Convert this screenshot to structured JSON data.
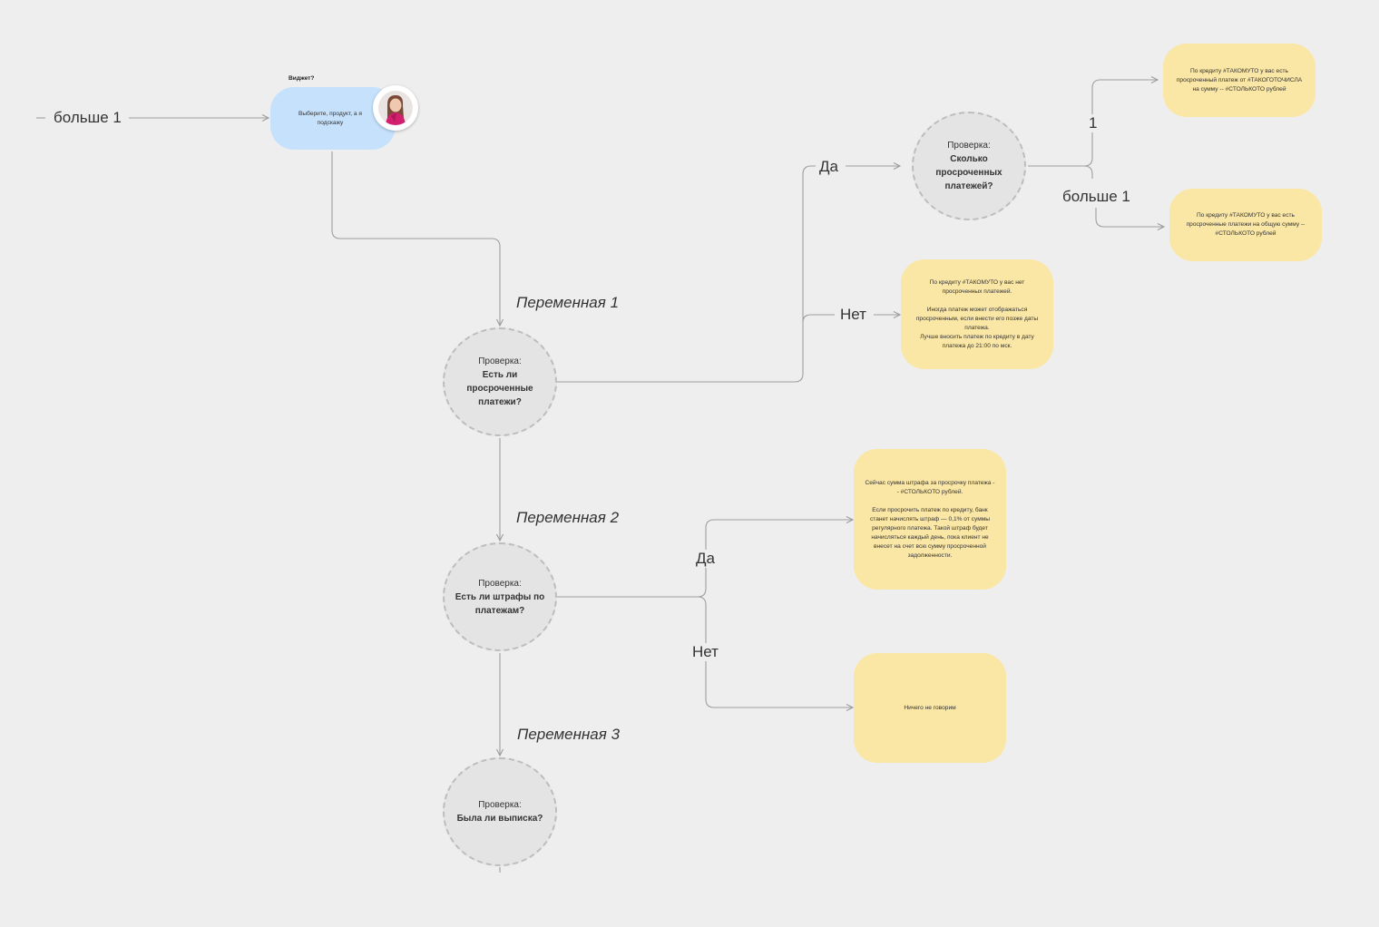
{
  "entry": {
    "label": "больше 1"
  },
  "widget": {
    "caption": "Виджет?",
    "text": "Выберите, продукт, а я подскажу",
    "avatar_icon": "woman-avatar-icon"
  },
  "variables": {
    "v1": "Переменная 1",
    "v2": "Переменная 2",
    "v3": "Переменная 3"
  },
  "checks": {
    "c1": {
      "prefix": "Проверка:",
      "question": "Есть ли просроченные платежи?"
    },
    "c2": {
      "prefix": "Проверка:",
      "question": "Сколько просроченных платежей?"
    },
    "c3": {
      "prefix": "Проверка:",
      "question": "Есть ли штрафы по платежам?"
    },
    "c4": {
      "prefix": "Проверка:",
      "question": "Была ли выписка?"
    }
  },
  "branches": {
    "c1_yes": "Да",
    "c1_no": "Нет",
    "c2_one": "1",
    "c2_more": "больше 1",
    "c3_yes": "Да",
    "c3_no": "Нет"
  },
  "cards": {
    "one_overdue": "По кредиту #ТАКОМУТО у вас есть просроченный платеж от #ТАКОГОТОЧИСЛА на сумму -- #СТОЛЬКОТО рублей",
    "many_overdue": "По кредиту #ТАКОМУТО у вас есть просроченные платежи на общую сумму -- #СТОЛЬКОТО рублей",
    "no_overdue": "По кредиту #ТАКОМУТО у вас нет просроченных платежей.\n\nИногда платеж может отображаться просроченным, если внести его позже даты платежа.\nЛучше вносить платеж по кредиту в дату платежа до 21:00 по мск.",
    "fine": "Сейчас сумма штрафа за просрочку платежа -- #СТОЛЬКОТО рублей.\n\nЕсли просрочить платеж по кредиту, банк станет начислять штраф — 0,1% от суммы регулярного платежа. Такой штраф будет начисляться каждый день, пока клиент не внесет на счет всю сумму просроченной задолженности.",
    "nothing": "Ничего не говорим"
  },
  "colors": {
    "background": "#eeeeee",
    "card": "#fae6a5",
    "widget": "#c6e1fb",
    "circle": "#e4e4e4",
    "line": "#9e9e9e"
  }
}
